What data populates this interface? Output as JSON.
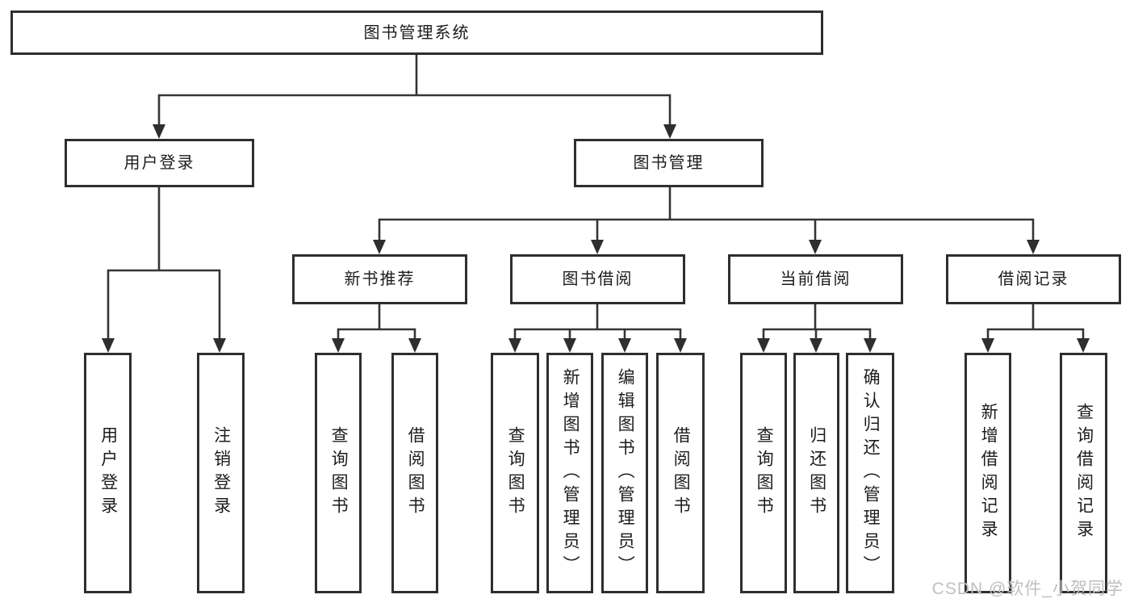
{
  "diagram": {
    "root": {
      "label": "图书管理系统"
    },
    "branches": [
      {
        "label": "用户登录",
        "children": [
          {
            "label": "用户登录"
          },
          {
            "label": "注销登录"
          }
        ]
      },
      {
        "label": "图书管理",
        "children": [
          {
            "label": "新书推荐",
            "children": [
              {
                "label": "查询图书"
              },
              {
                "label": "借阅图书"
              }
            ]
          },
          {
            "label": "图书借阅",
            "children": [
              {
                "label": "查询图书"
              },
              {
                "label": "新增图书（管理员）"
              },
              {
                "label": "编辑图书（管理员）"
              },
              {
                "label": "借阅图书"
              }
            ]
          },
          {
            "label": "当前借阅",
            "children": [
              {
                "label": "查询图书"
              },
              {
                "label": "归还图书"
              },
              {
                "label": "确认归还（管理员）"
              }
            ]
          },
          {
            "label": "借阅记录",
            "children": [
              {
                "label": "新增借阅记录"
              },
              {
                "label": "查询借阅记录"
              }
            ]
          }
        ]
      }
    ]
  },
  "watermark": {
    "text": "CSDN @软件_小贺同学"
  },
  "colors": {
    "line": "#353535",
    "border": "#2e2e2e",
    "text": "#1c1c1c",
    "watermark": "#bfbfbf"
  }
}
